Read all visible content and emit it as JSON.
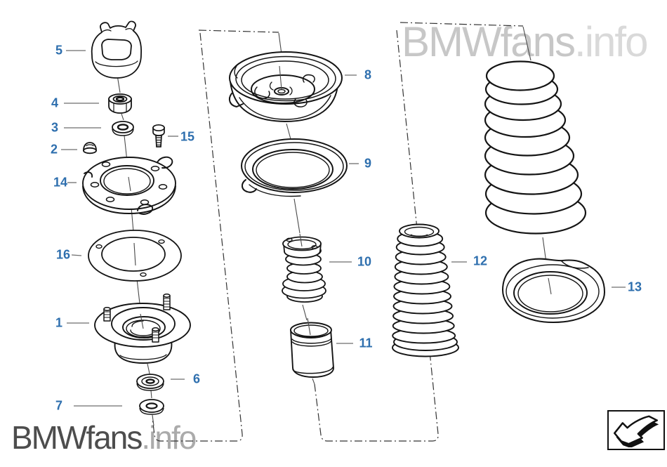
{
  "page": {
    "background": "#ffffff"
  },
  "watermarks": {
    "top": {
      "brand": "BMWfans",
      "suffix": ".info"
    },
    "bottom": {
      "brand": "BMWfans",
      "suffix": ".info"
    }
  },
  "colors": {
    "callout_blue": "#2e6fae",
    "line_art": "#141414",
    "divider_line": "#333333",
    "watermark_top_brand": "#c7c7c7",
    "watermark_top_suffix": "#d9d9d9",
    "watermark_bottom_brand": "#4d4d4d",
    "watermark_bottom_suffix": "#ababab"
  },
  "callouts": {
    "c1": {
      "label": "1"
    },
    "c2": {
      "label": "2"
    },
    "c3": {
      "label": "3"
    },
    "c4": {
      "label": "4"
    },
    "c5": {
      "label": "5"
    },
    "c6": {
      "label": "6"
    },
    "c7": {
      "label": "7"
    },
    "c8": {
      "label": "8"
    },
    "c9": {
      "label": "9"
    },
    "c10": {
      "label": "10"
    },
    "c11": {
      "label": "11"
    },
    "c12": {
      "label": "12"
    },
    "c13": {
      "label": "13"
    },
    "c14": {
      "label": "14"
    },
    "c15": {
      "label": "15"
    },
    "c16": {
      "label": "16"
    }
  },
  "legend": {
    "icon": "direction-arrow-down-left"
  }
}
